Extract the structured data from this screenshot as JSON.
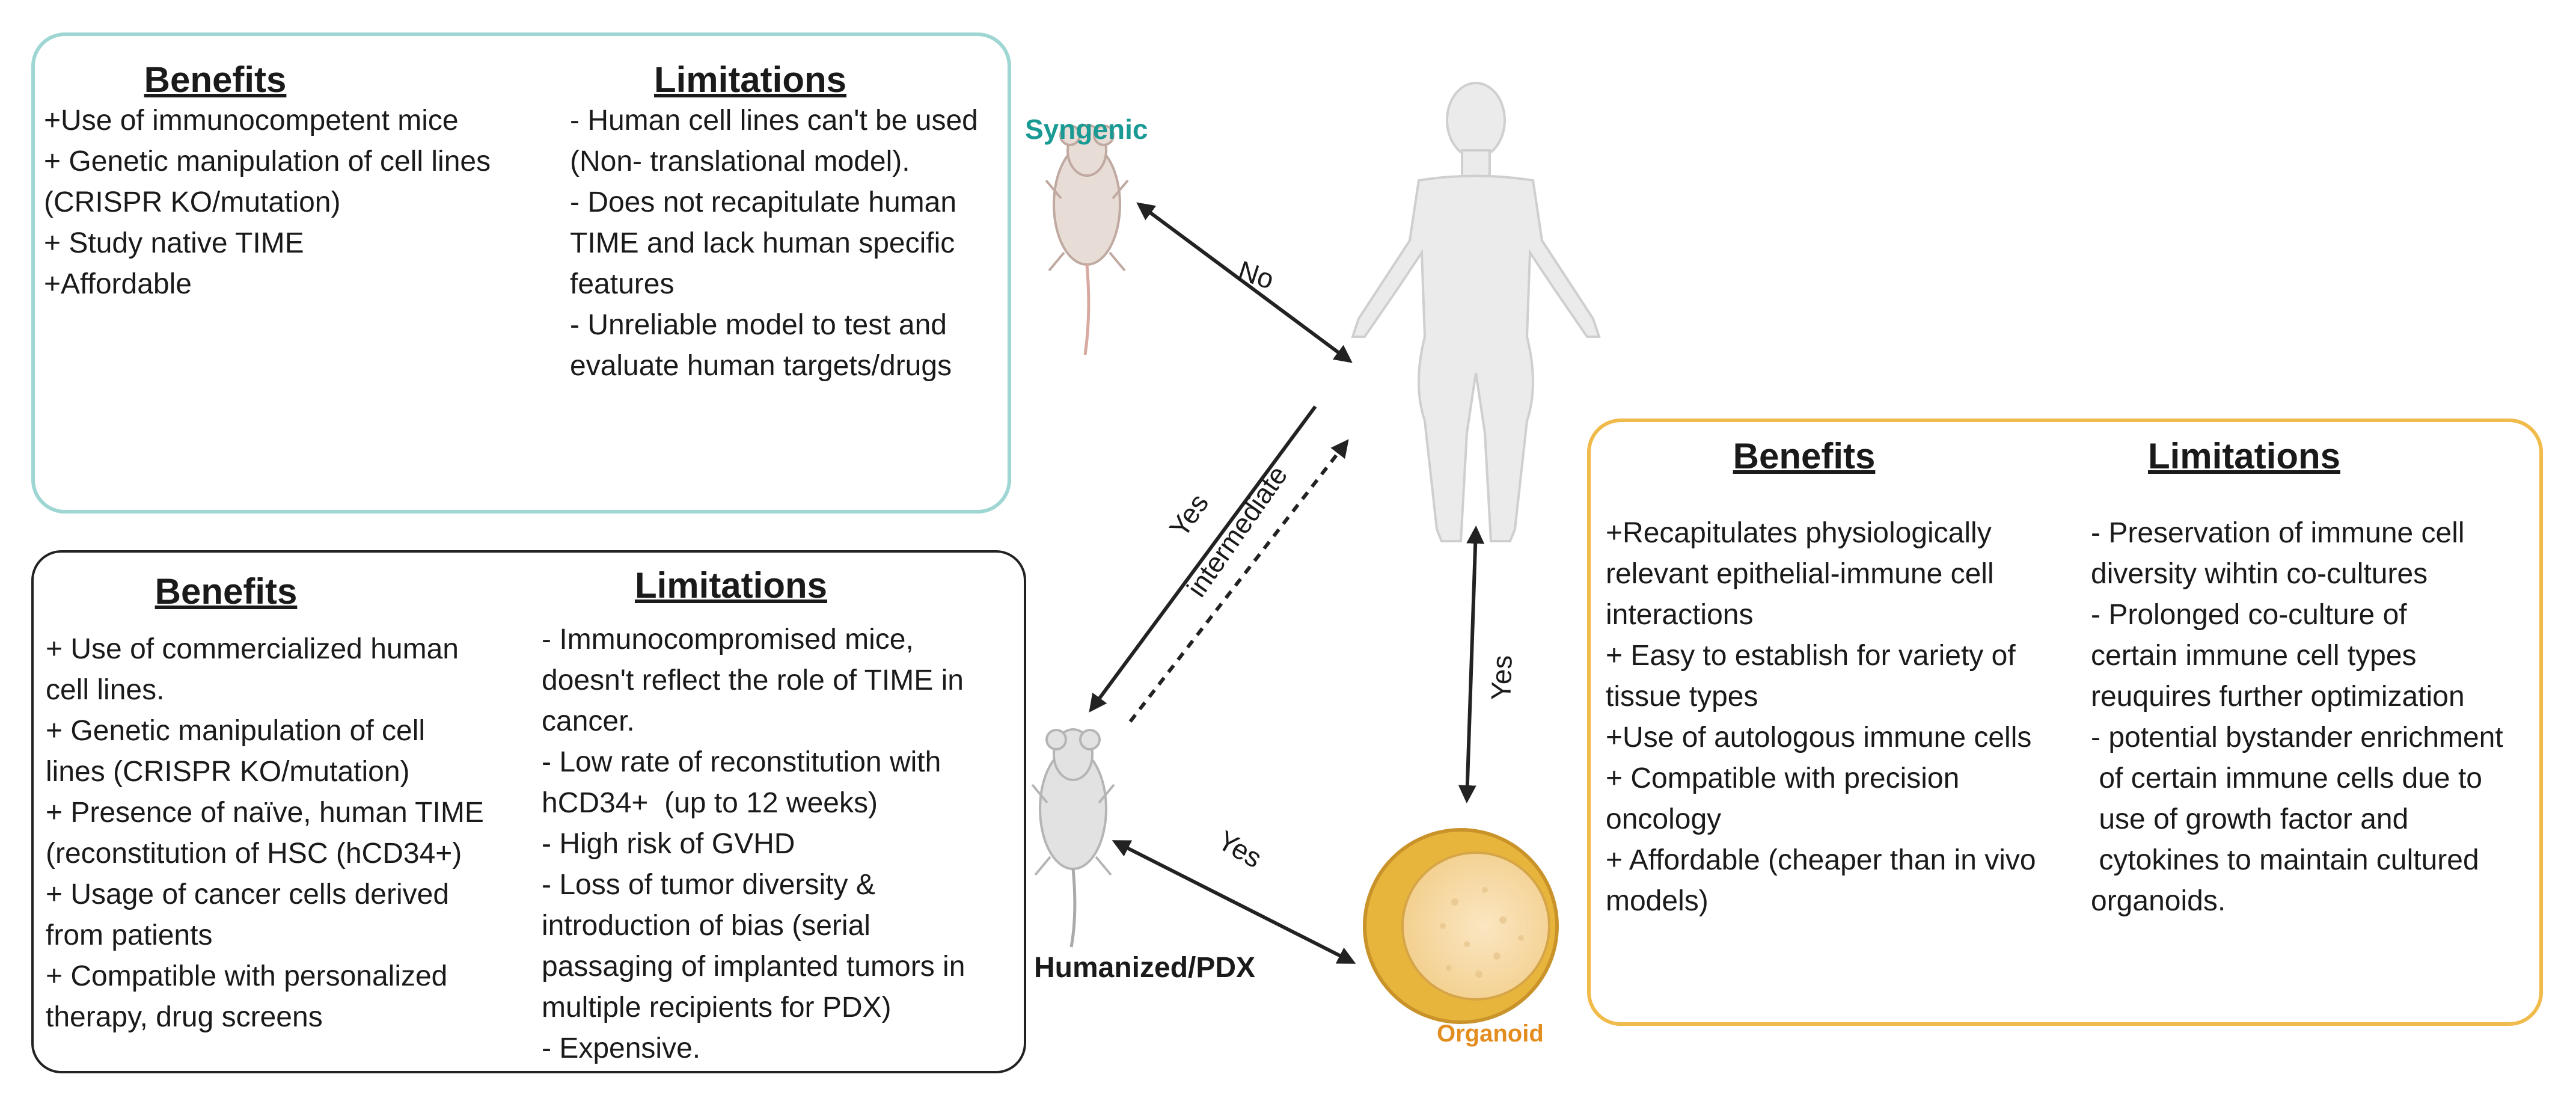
{
  "colors": {
    "syngenic_border": "#9ed6d3",
    "humanized_border": "#222222",
    "organoid_border": "#f0bb4a",
    "syngenic_label": "#1a9a94",
    "organoid_label": "#e38d1f",
    "figure_fill": "#ebebeb"
  },
  "syngenic": {
    "label": "Syngenic",
    "benefits_title": "Benefits",
    "limitations_title": "Limitations",
    "benefits": [
      "+Use of immunocompetent mice",
      "+ Genetic manipulation of cell lines",
      "(CRISPR KO/mutation)",
      "+ Study native TIME",
      "+Affordable"
    ],
    "limitations": [
      "- Human cell lines can't be used",
      "(Non- translational model).",
      "- Does not recapitulate human",
      "TIME and lack human specific",
      "features",
      "- Unreliable model to test and",
      "evaluate human targets/drugs"
    ]
  },
  "humanized": {
    "label": "Humanized/PDX",
    "benefits_title": "Benefits",
    "limitations_title": "Limitations",
    "benefits": [
      "+ Use of commercialized human",
      "cell lines.",
      "+ Genetic manipulation of cell",
      "lines (CRISPR KO/mutation)",
      "+ Presence of naïve, human TIME",
      "(reconstitution of HSC (hCD34+)",
      "+ Usage of cancer cells derived",
      "from patients",
      "+ Compatible with personalized",
      "therapy, drug screens"
    ],
    "limitations": [
      "- Immunocompromised mice,",
      "doesn't reflect the role of TIME in",
      "cancer.",
      "- Low rate of reconstitution with",
      "hCD34+  (up to 12 weeks)",
      "- High risk of GVHD",
      "- Loss of tumor diversity &",
      "introduction of bias (serial",
      "passaging of implanted tumors in",
      "multiple recipients for PDX)",
      "- Expensive."
    ]
  },
  "organoid": {
    "label": "Organoid",
    "benefits_title": "Benefits",
    "limitations_title": "Limitations",
    "benefits": [
      "+Recapitulates physiologically",
      "relevant epithelial-immune cell",
      "interactions",
      "+ Easy to establish for variety of",
      "tissue types",
      "+Use of autologous immune cells",
      "+ Compatible with precision",
      "oncology",
      "+ Affordable (cheaper than in vivo",
      "models)"
    ],
    "limitations": [
      "- Preservation of immune cell",
      "diversity wihtin co-cultures",
      "- Prolonged co-culture of",
      "certain immune cell types",
      "reuquires further optimization",
      "- potential bystander enrichment",
      " of certain immune cells due to",
      " use of growth factor and",
      " cytokines to maintain cultured",
      "organoids."
    ]
  },
  "arrows": {
    "syngenic_human": "No",
    "human_humanized": "Yes",
    "humanized_human": "intermediate",
    "human_organoid": "Yes",
    "humanized_organoid": "Yes"
  }
}
